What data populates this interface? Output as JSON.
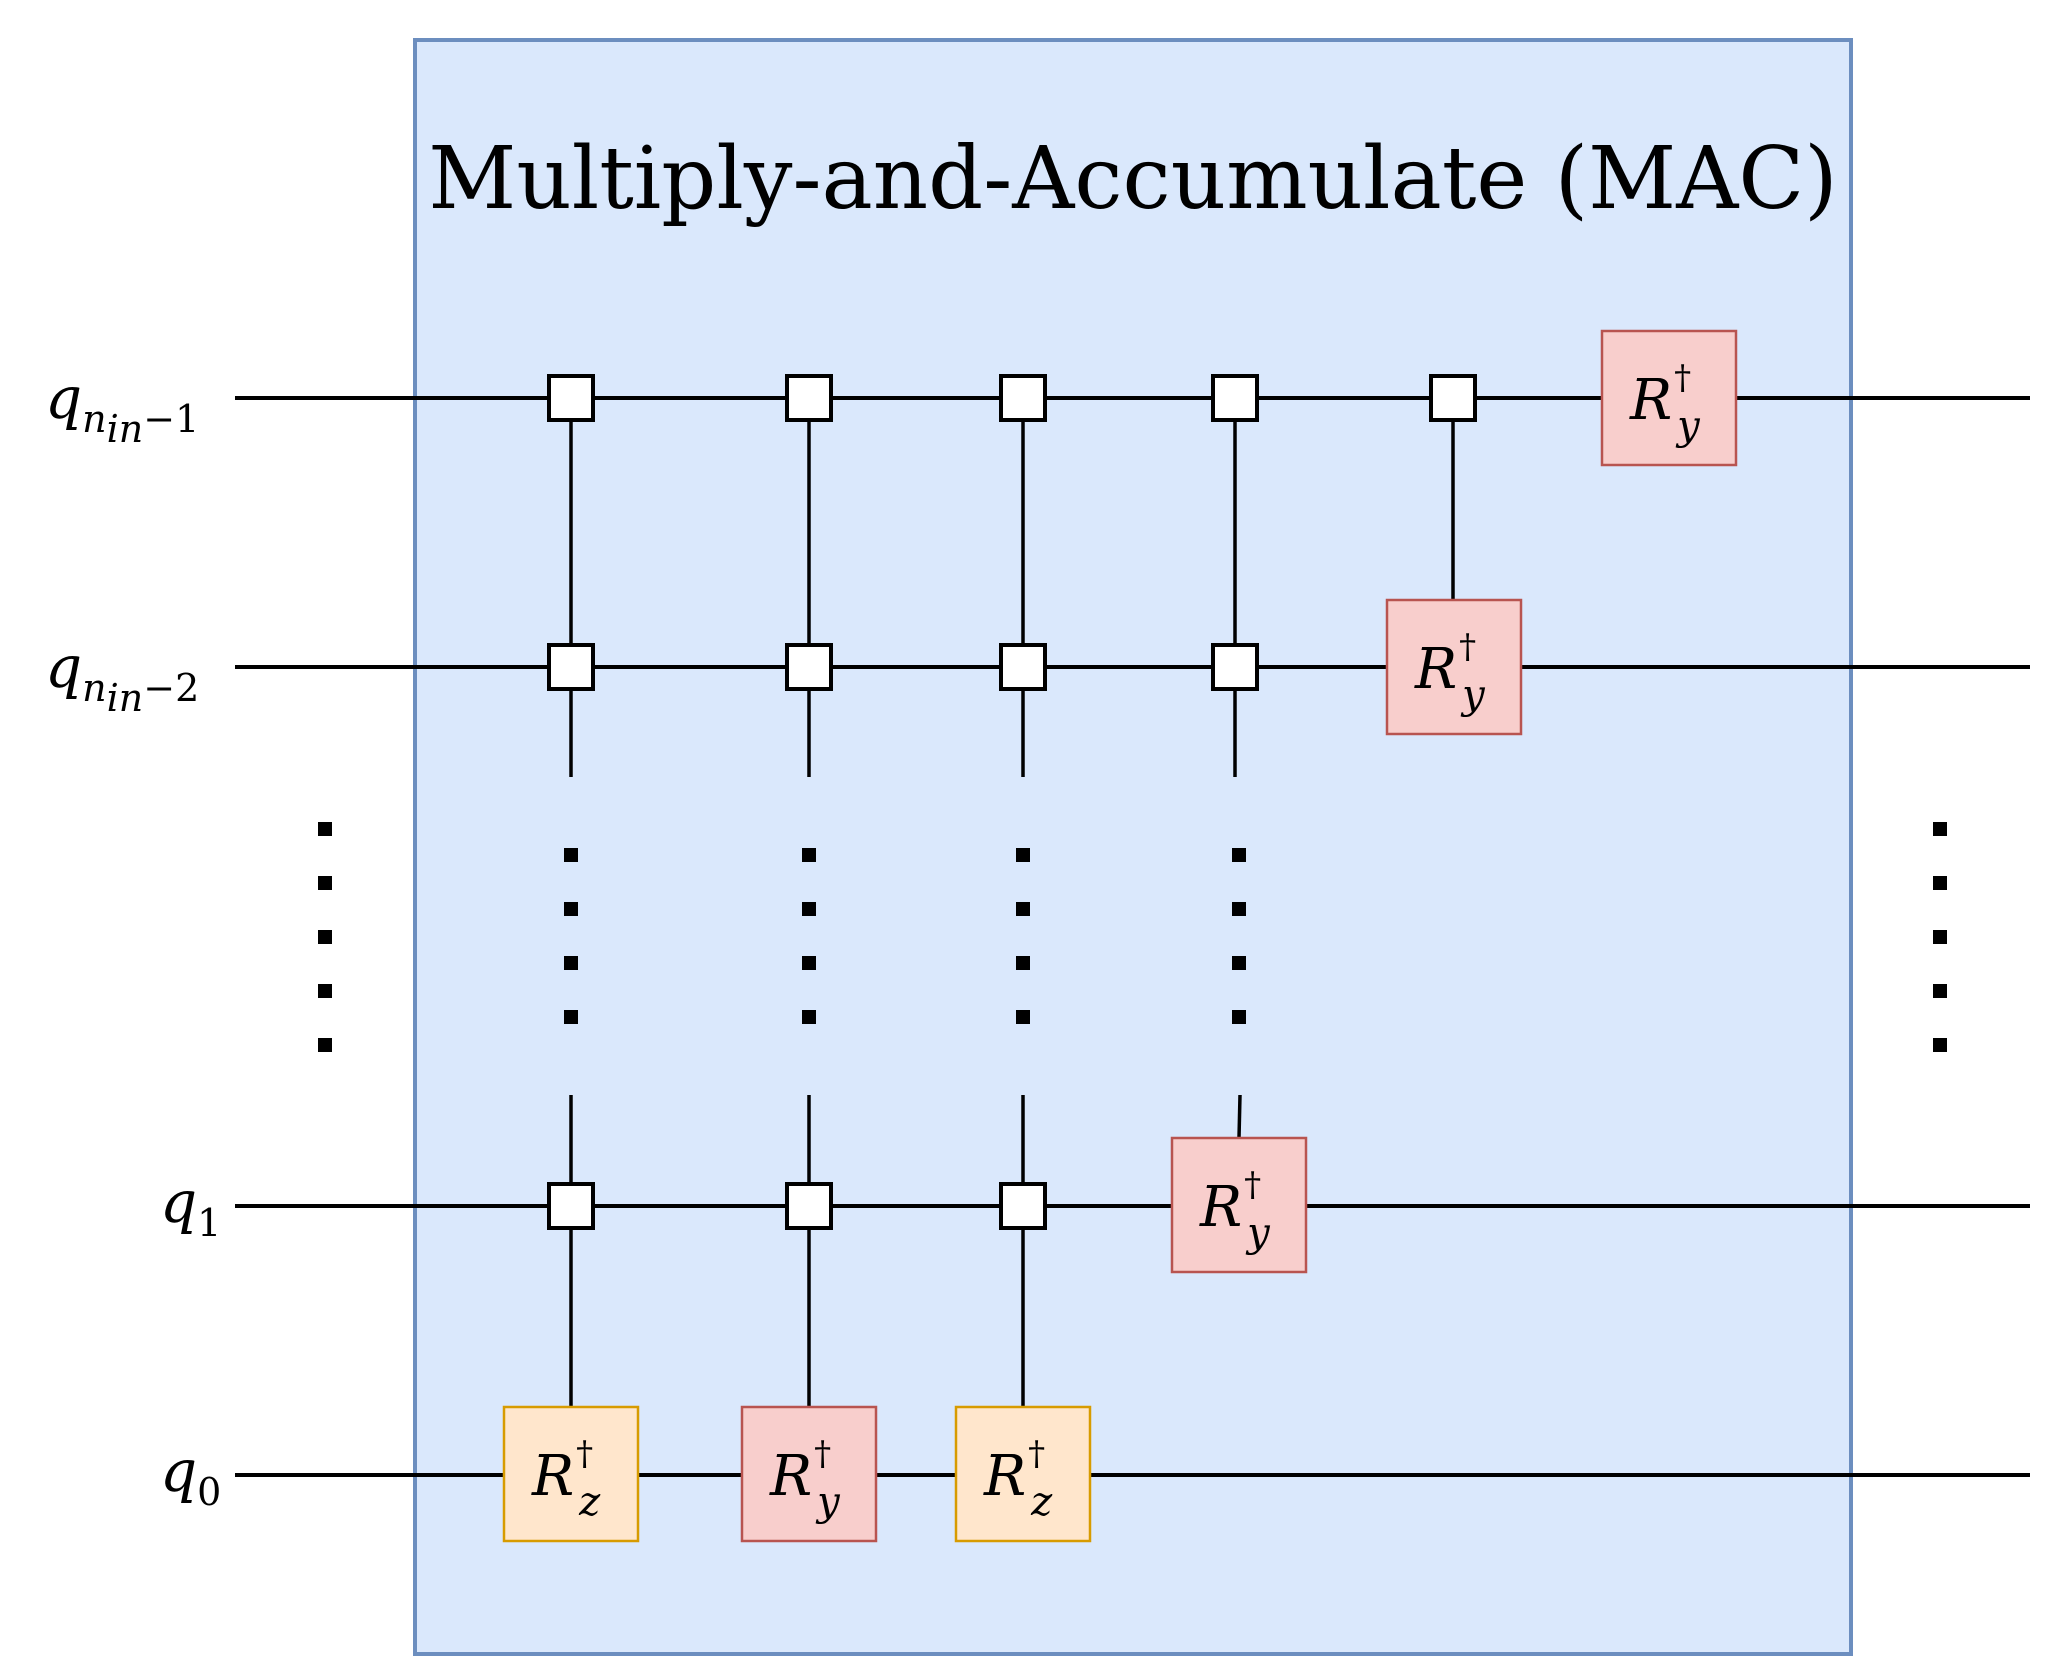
{
  "title": "Multiply-and-Accumulate (MAC)",
  "qubits": [
    {
      "id": "qnin-1",
      "main": "q",
      "sub": "n",
      "subsub": "in",
      "suffix": "−1"
    },
    {
      "id": "qnin-2",
      "main": "q",
      "sub": "n",
      "subsub": "in",
      "suffix": "−2"
    },
    {
      "id": "q1",
      "main": "q",
      "sub": "1"
    },
    {
      "id": "q0",
      "main": "q",
      "sub": "0"
    }
  ],
  "gates": [
    {
      "type": "Rz",
      "symbol": "R",
      "sub": "z",
      "sup": "†",
      "target": "q0",
      "color": "#ffe6cc"
    },
    {
      "type": "Ry",
      "symbol": "R",
      "sub": "y",
      "sup": "†",
      "target": "q0",
      "color": "#f8cecc"
    },
    {
      "type": "Rz",
      "symbol": "R",
      "sub": "z",
      "sup": "†",
      "target": "q0",
      "color": "#ffe6cc"
    },
    {
      "type": "Ry",
      "symbol": "R",
      "sub": "y",
      "sup": "†",
      "target": "q1",
      "color": "#f8cecc"
    },
    {
      "type": "Ry",
      "symbol": "R",
      "sub": "y",
      "sup": "†",
      "target": "qnin-2",
      "color": "#f8cecc"
    },
    {
      "type": "Ry",
      "symbol": "R",
      "sub": "y",
      "sup": "†",
      "target": "qnin-1",
      "color": "#f8cecc"
    }
  ],
  "colors": {
    "mac_fill": "#dae8fc",
    "mac_border": "#6c8ebf",
    "ry_fill": "#f8cecc",
    "ry_border": "#b85450",
    "rz_fill": "#ffe6cc",
    "rz_border": "#d79b00"
  }
}
